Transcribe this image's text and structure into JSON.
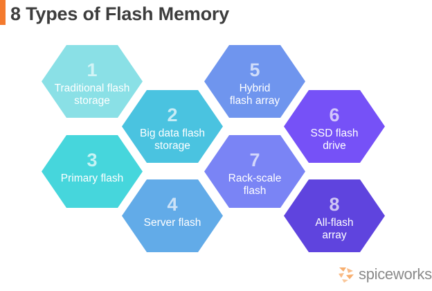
{
  "header": {
    "title": "8 Types of Flash Memory",
    "accent_color": "#f47a2e"
  },
  "hexagons": [
    {
      "number": "1",
      "lines": [
        "Traditional flash",
        "storage"
      ],
      "color": "#8ae0e6",
      "num_color": "#d2f4f6"
    },
    {
      "number": "2",
      "lines": [
        "Big data flash",
        "storage"
      ],
      "color": "#4ac3e0",
      "num_color": "#c8ecf6"
    },
    {
      "number": "3",
      "lines": [
        "Primary flash"
      ],
      "color": "#46d6dc",
      "num_color": "#c6f3f4"
    },
    {
      "number": "4",
      "lines": [
        "Server flash"
      ],
      "color": "#62abe8",
      "num_color": "#cde3f7"
    },
    {
      "number": "5",
      "lines": [
        "Hybrid",
        "flash array"
      ],
      "color": "#6f95ee",
      "num_color": "#cfdcf9"
    },
    {
      "number": "6",
      "lines": [
        "SSD flash",
        "drive"
      ],
      "color": "#7651f7",
      "num_color": "#d2c6fb"
    },
    {
      "number": "7",
      "lines": [
        "Rack-scale",
        "flash"
      ],
      "color": "#7a84f5",
      "num_color": "#d2d6fb"
    },
    {
      "number": "8",
      "lines": [
        "All-flash",
        "array"
      ],
      "color": "#5f44de",
      "num_color": "#cfc6f4"
    }
  ],
  "footer": {
    "brand": "spiceworks",
    "brand_icon": "spiceworks-logo-icon",
    "icon_color": "#f6a055"
  }
}
